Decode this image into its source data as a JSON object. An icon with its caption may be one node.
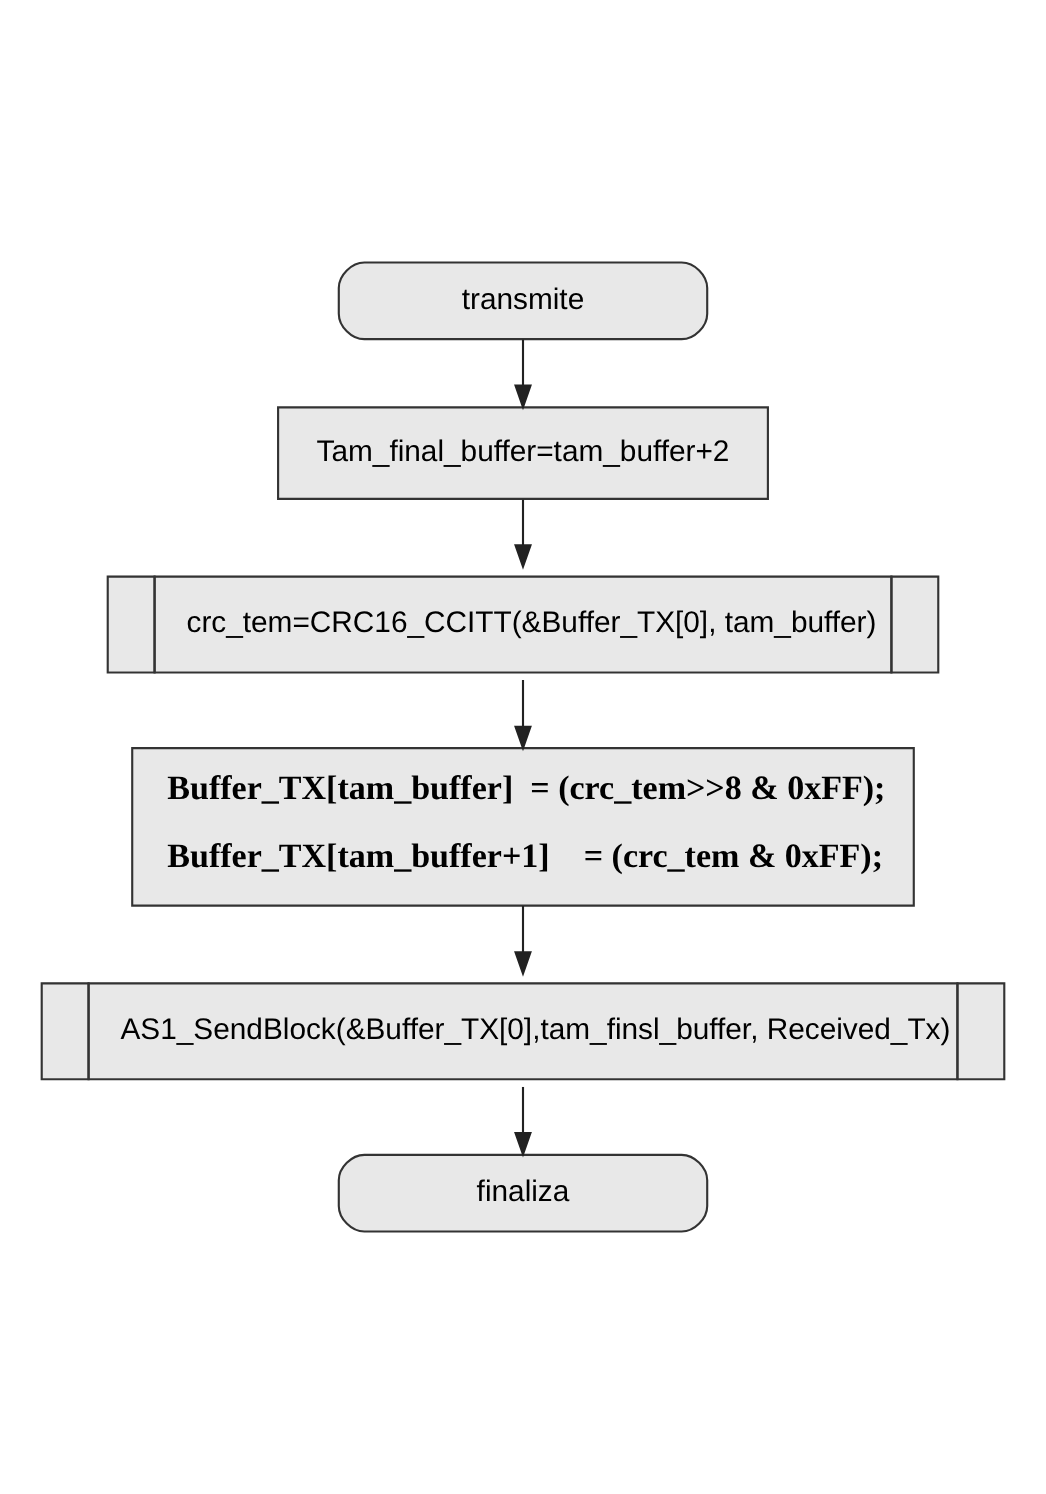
{
  "diagram": {
    "nodes": [
      {
        "text": [
          "transmite"
        ]
      },
      {
        "text": [
          "Tam_final_buffer=tam_buffer+2"
        ]
      },
      {
        "text": [
          "crc_tem=CRC16_CCITT(&Buffer_TX[0], tam_buffer)"
        ]
      },
      {
        "text": [
          "Buffer_TX[tam_buffer]  = (crc_tem>>8 & 0xFF);",
          "Buffer_TX[tam_buffer+1]    = (crc_tem & 0xFF);"
        ]
      },
      {
        "text": [
          "AS1_SendBlock(&Buffer_TX[0],tam_finsl_buffer, Received_Tx)"
        ]
      },
      {
        "text": [
          "finaliza"
        ]
      }
    ],
    "edges": [
      {
        "from": 0,
        "to": 1,
        "arrow": "to"
      },
      {
        "from": 1,
        "to": 2,
        "arrow": "to"
      },
      {
        "from": 2,
        "to": 3,
        "arrow": "to"
      },
      {
        "from": 3,
        "to": 4,
        "arrow": "to"
      },
      {
        "from": 4,
        "to": 5,
        "arrow": "to"
      }
    ]
  }
}
